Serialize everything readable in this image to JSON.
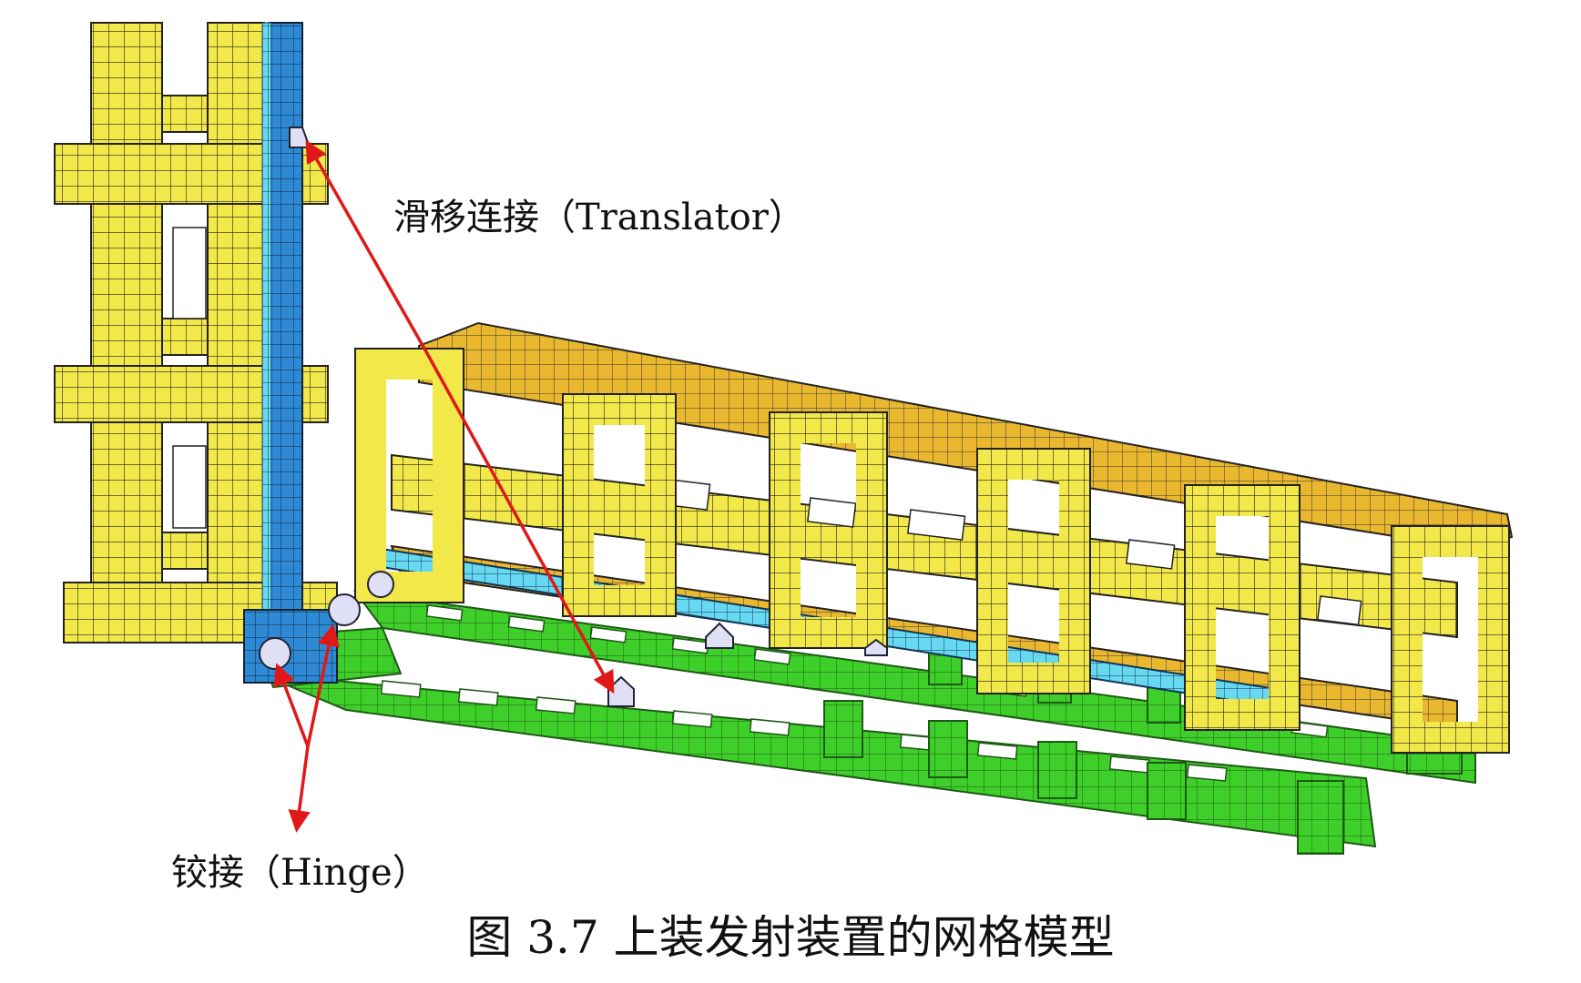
{
  "annotations": {
    "translator": "滑移连接（Translator）",
    "hinge": "铰接（Hinge）"
  },
  "caption": "图 3.7 上装发射装置的网格模型",
  "colors": {
    "frame_yellow": "#f2e84a",
    "frame_orange": "#e9b82f",
    "rail_green": "#3fcf2a",
    "column_blue": "#2f8ad6",
    "strip_cyan": "#66d8f0",
    "mesh_line": "#222222",
    "arrow_red": "#e01818"
  }
}
